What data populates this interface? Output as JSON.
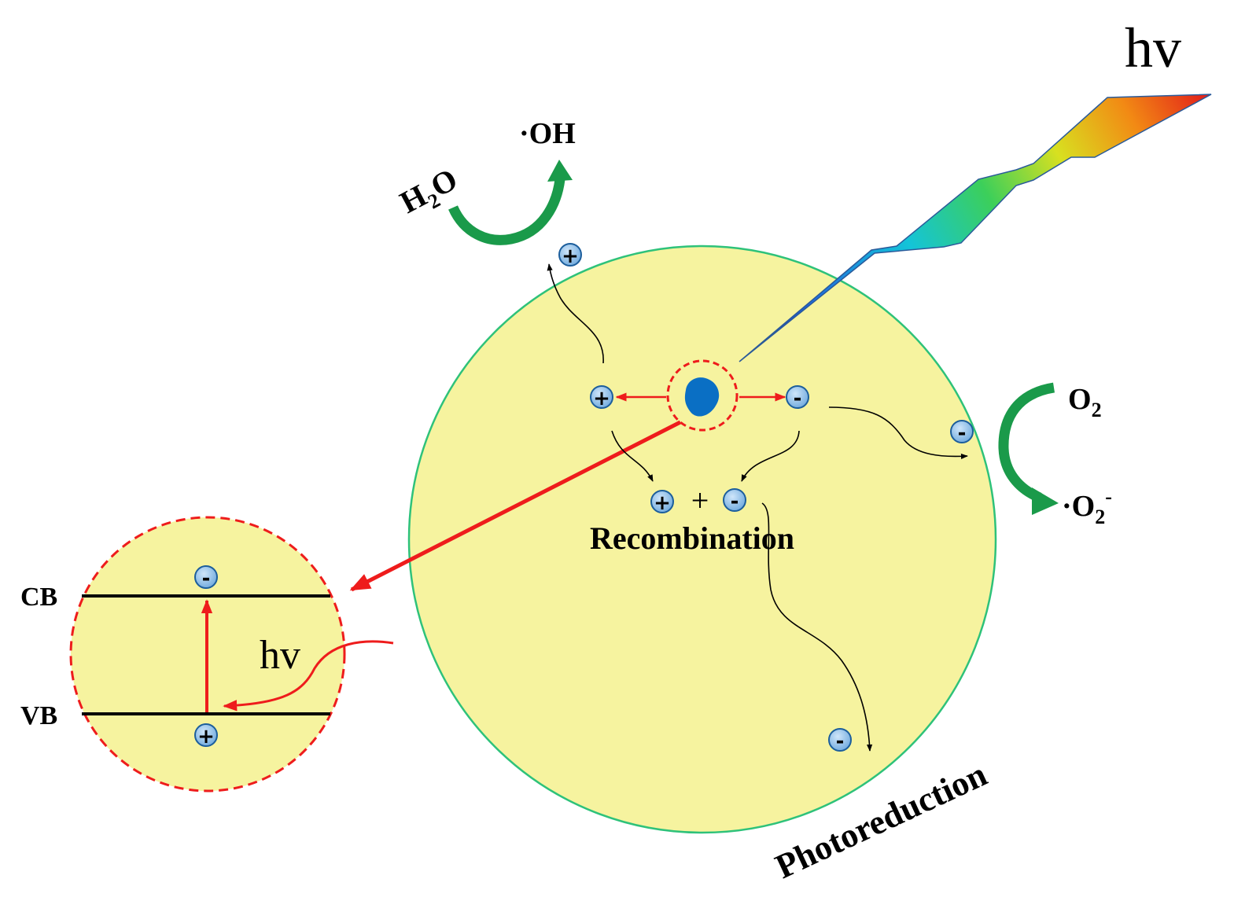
{
  "light_label": "hv",
  "inset_light_label": "hv",
  "hydroxyl_label": "·OH",
  "water_label": {
    "main": "H",
    "sub": "2",
    "end": "O"
  },
  "oxygen_label": {
    "main": "O",
    "sub": "2"
  },
  "superoxide_label": {
    "main": "·O",
    "sub": "2",
    "sup": "-"
  },
  "recombination_label": "Recombination",
  "recombination_plus": "+",
  "photoreduction_label": "Photoreduction",
  "conduction_band_label": "CB",
  "valence_band_label": "VB",
  "hole_symbol": "+",
  "electron_symbol": "-",
  "colors": {
    "particle_fill": "#f6f39f",
    "particle_border": "#2ec27a",
    "charge_fill": "#7fb6e6",
    "charge_border": "#1c5e9c",
    "red_arrow": "#ee1c1c",
    "green_arrow": "#1a9a4a",
    "core_blob": "#0a6fc4"
  },
  "icons": {
    "light_beam": "lightning-beam-icon",
    "hole": "hole-plus-icon",
    "electron": "electron-minus-icon"
  }
}
